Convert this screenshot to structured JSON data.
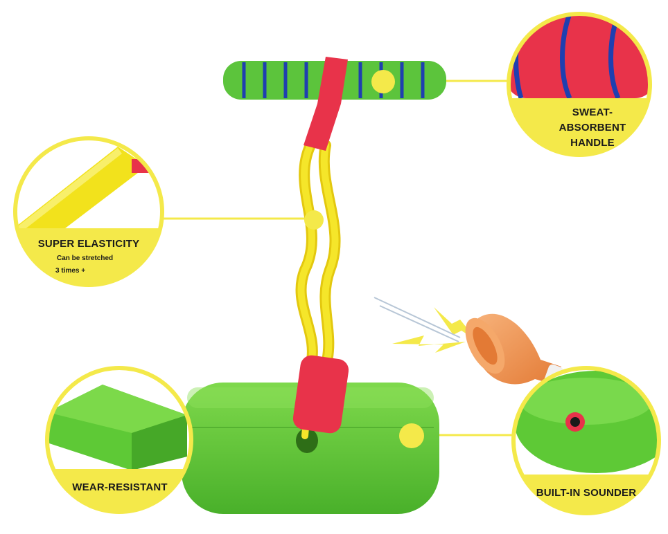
{
  "features": {
    "handle": {
      "lines": [
        "SWEAT-",
        "ABSORBENT",
        "HANDLE"
      ]
    },
    "elasticity": {
      "title": "SUPER ELASTICITY",
      "sub1": "Can be stretched",
      "sub2": "3 times +"
    },
    "wear": {
      "title": "WEAR-RESISTANT"
    },
    "sounder": {
      "title": "BUILT-IN SOUNDER"
    }
  },
  "colors": {
    "callout_ring": "#f4e94a",
    "handle_green": "#5cc43c",
    "foam_red": "#e8334a",
    "stretch_yellow": "#f2e21c",
    "base_green": "#5ec936",
    "horn_orange": "#f29a55"
  }
}
